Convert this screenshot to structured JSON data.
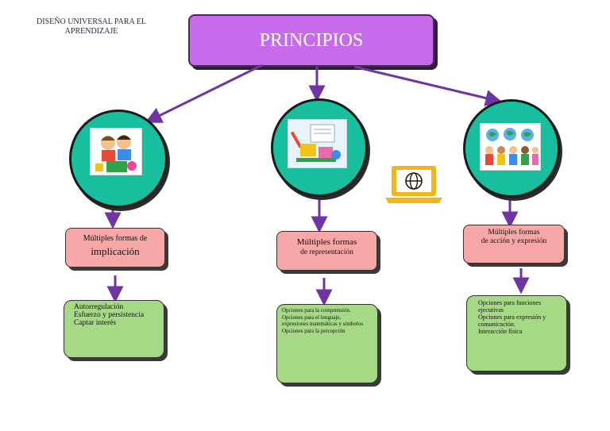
{
  "header": {
    "title": "DISEÑO UNIVERSAL PARA EL APRENDIZAJE"
  },
  "root": {
    "label": "PRINCIPIOS"
  },
  "branches": [
    {
      "image": "children-playing-picture",
      "principle_line1": "Múltiples formas de",
      "principle_line2": "implicación",
      "details": [
        "Autorregulación",
        "Esfuerzo y persistencia",
        "Captar interés"
      ]
    },
    {
      "image": "school-supplies-picture",
      "principle_line1": "Múltiples formas",
      "principle_line2": "de representación",
      "details": [
        "Opciones para la comprensión.",
        "Opciones para el lenguaje,",
        "expresiones matemáticas y símbolos",
        "Opciones para la percepción"
      ]
    },
    {
      "image": "children-with-globe-picture",
      "principle_line1": "Múltiples formas",
      "principle_line2": "de acción y expresión",
      "details": [
        "Opciones para funciones",
        "ejecutivas",
        "Opciones para expresión y",
        "comunicación.",
        "Interacción física"
      ]
    }
  ],
  "colors": {
    "root": "#c76bec",
    "circle": "#17bf9e",
    "principle_box": "#f7a7a5",
    "detail_box": "#a6d985",
    "arrow": "#6f35a5",
    "laptop": "#f2b51a"
  },
  "decor": {
    "laptop_icon": "laptop-globe-icon"
  }
}
